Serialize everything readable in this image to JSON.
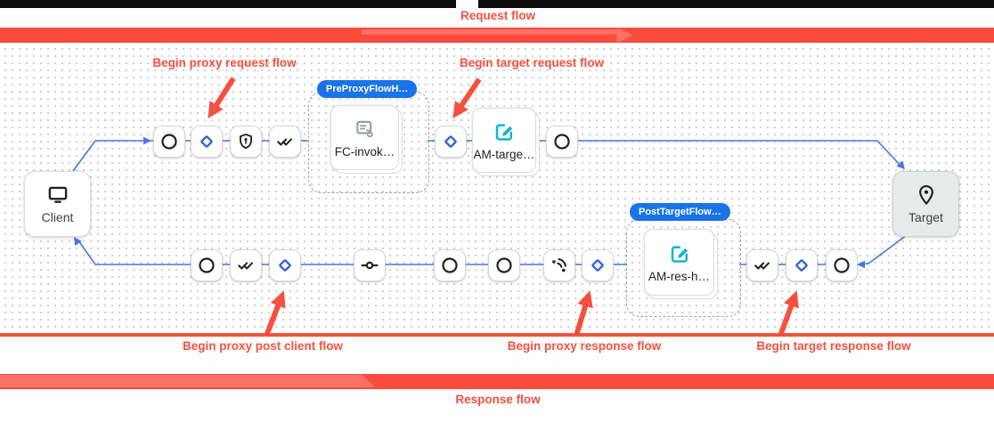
{
  "banner": {
    "request_label": "Request flow",
    "response_label": "Response flow"
  },
  "annotations": {
    "proxy_request": "Begin proxy request flow",
    "target_request": "Begin target request flow",
    "proxy_post_client": "Begin proxy post client flow",
    "proxy_response": "Begin proxy response flow",
    "target_response": "Begin target response flow"
  },
  "endpoints": {
    "client_label": "Client",
    "target_label": "Target"
  },
  "flow_hooks": {
    "pre_proxy_badge": "PreProxyFlowH…",
    "post_target_badge": "PostTargetFlow…"
  },
  "policies": {
    "flow_callout_label": "FC-invok…",
    "assign_message_target_label": "AM-targe…",
    "assign_message_response_label": "AM-res-h…"
  },
  "request_flow_steps": [
    "start-circle-icon",
    "condition-diamond-icon",
    "shield-icon",
    "double-check-icon",
    "flow-hook-group",
    "condition-diamond-icon",
    "assign-message-policy",
    "end-circle-icon"
  ],
  "response_flow_steps": [
    "start-circle-icon",
    "double-check-icon",
    "condition-diamond-icon",
    "commit-node-icon",
    "start-circle-icon",
    "start-circle-icon",
    "connect-icon",
    "condition-diamond-icon",
    "flow-hook-group",
    "double-check-icon",
    "condition-diamond-icon",
    "end-circle-icon"
  ],
  "colors": {
    "accent_red": "#f4513e",
    "banner_red": "#fb4b3c",
    "banner_red_light": "#ff7366",
    "flow_blue": "#4478e4",
    "diamond_blue": "#3464d6",
    "badge_blue": "#1a73e8",
    "policy_teal": "#12b5cb",
    "icon_gray": "#9aa0a6",
    "node_border": "#dadce0",
    "black_bar": "#0c0c0c"
  }
}
